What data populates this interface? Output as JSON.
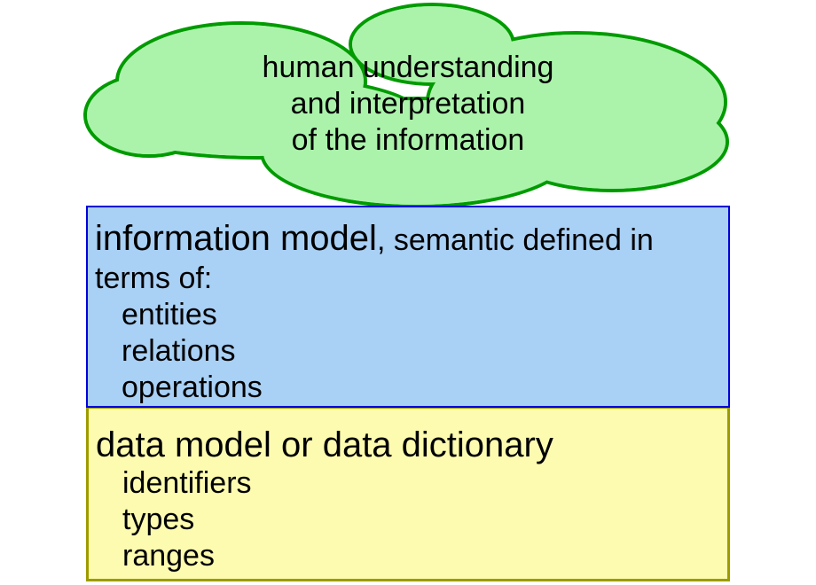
{
  "colors": {
    "background": "#ffffff",
    "text": "#000000",
    "cloud_fill": "#abf3ab",
    "cloud_stroke": "#009b00",
    "info_fill": "#a9d0f5",
    "info_stroke": "#0000d9",
    "data_fill": "#fdfbb0",
    "data_stroke": "#9c9c00"
  },
  "cloud": {
    "lines": [
      "human understanding",
      "and interpretation",
      "of the information"
    ]
  },
  "info_box": {
    "title": "information model",
    "title_suffix": ", semantic defined in",
    "subtitle": "terms of:",
    "items": [
      "entities",
      "relations",
      "operations"
    ]
  },
  "data_box": {
    "title": "data model or data dictionary",
    "items": [
      "identifiers",
      "types",
      "ranges"
    ]
  }
}
